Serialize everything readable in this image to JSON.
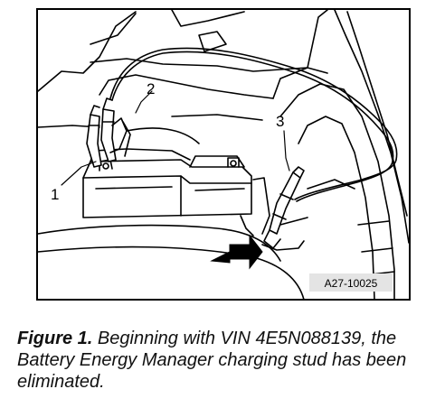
{
  "figure": {
    "callouts": [
      "1",
      "2",
      "3"
    ],
    "reference_code": "A27-10025",
    "colors": {
      "line": "#000000",
      "background": "#ffffff",
      "code_box": "#e4e4e4"
    }
  },
  "caption": {
    "label": "Figure 1.",
    "text": "Beginning with VIN 4E5N088139, the Battery Energy Manager charging stud has been eliminated."
  }
}
